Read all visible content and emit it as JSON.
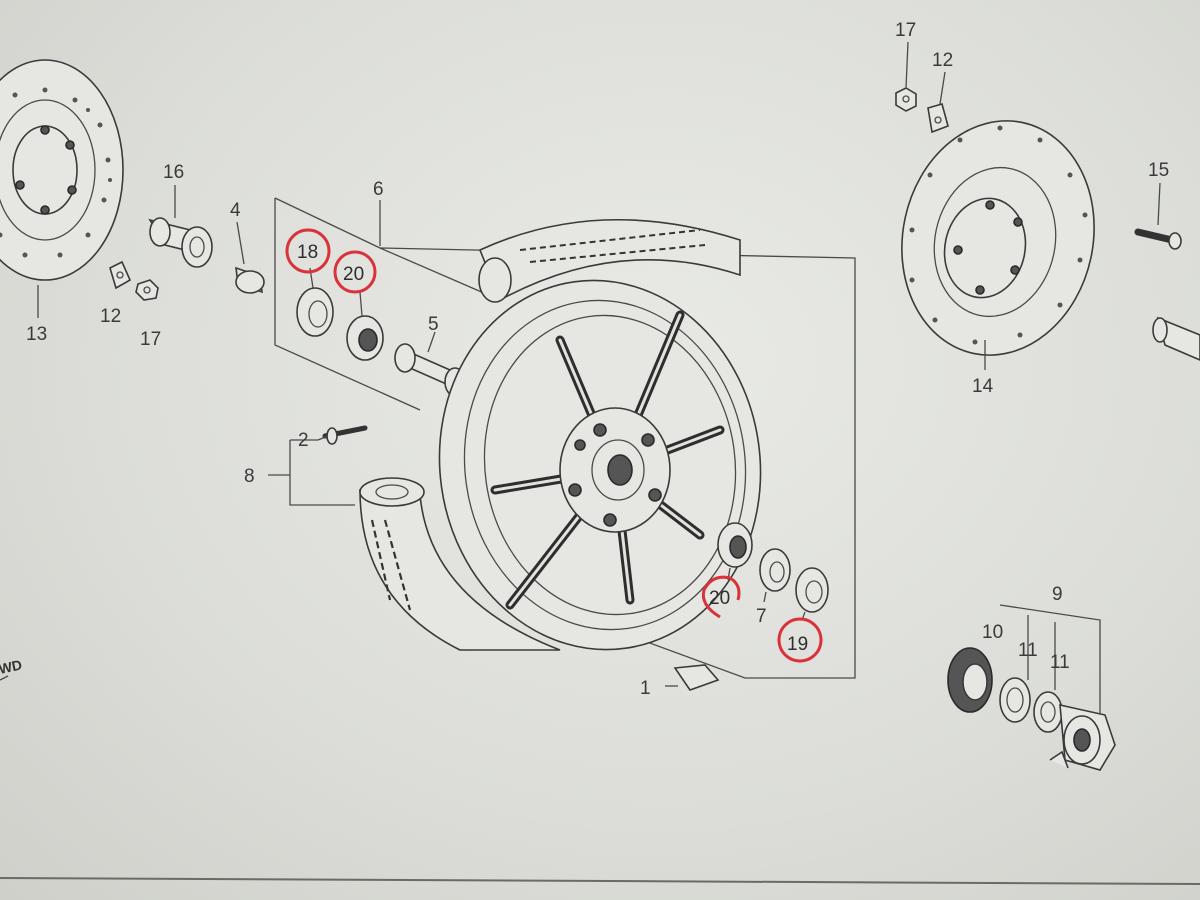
{
  "diagram": {
    "callouts": [
      {
        "id": "c1",
        "text": "1"
      },
      {
        "id": "c2",
        "text": "2"
      },
      {
        "id": "c4",
        "text": "4"
      },
      {
        "id": "c5",
        "text": "5"
      },
      {
        "id": "c6",
        "text": "6"
      },
      {
        "id": "c7",
        "text": "7"
      },
      {
        "id": "c8",
        "text": "8"
      },
      {
        "id": "c9",
        "text": "9"
      },
      {
        "id": "c10",
        "text": "10"
      },
      {
        "id": "c11a",
        "text": "11"
      },
      {
        "id": "c11b",
        "text": "11"
      },
      {
        "id": "c12a",
        "text": "12"
      },
      {
        "id": "c12b",
        "text": "12"
      },
      {
        "id": "c13",
        "text": "13"
      },
      {
        "id": "c14",
        "text": "14"
      },
      {
        "id": "c15",
        "text": "15"
      },
      {
        "id": "c16",
        "text": "16"
      },
      {
        "id": "c17a",
        "text": "17"
      },
      {
        "id": "c17b",
        "text": "17"
      },
      {
        "id": "c18",
        "text": "18"
      },
      {
        "id": "c19",
        "text": "19"
      },
      {
        "id": "c20a",
        "text": "20"
      },
      {
        "id": "c20b",
        "text": "20"
      }
    ],
    "fwd_marker": "WD",
    "highlight_color": "#d9323a"
  }
}
